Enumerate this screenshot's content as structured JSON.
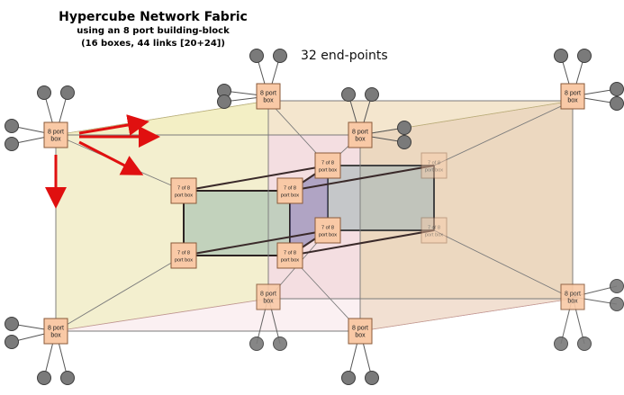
{
  "title": "Hypercube Network Fabric",
  "subtitle": "using an 8 port building-block",
  "details": "(16 boxes, 44 links [20+24])",
  "endpoints_label": "32 end-points",
  "box_labels": {
    "eight_line1": "8 port",
    "eight_line2": "box",
    "seven_line1": "7 of 8",
    "seven_line2": "port box"
  },
  "colors": {
    "box_fill": "#f9c9a6",
    "box_stroke": "#8a5a3a",
    "arrow": "#e01010",
    "endpoint_fill": "#7a7a7a",
    "inner_link": "#3a2a2a"
  }
}
